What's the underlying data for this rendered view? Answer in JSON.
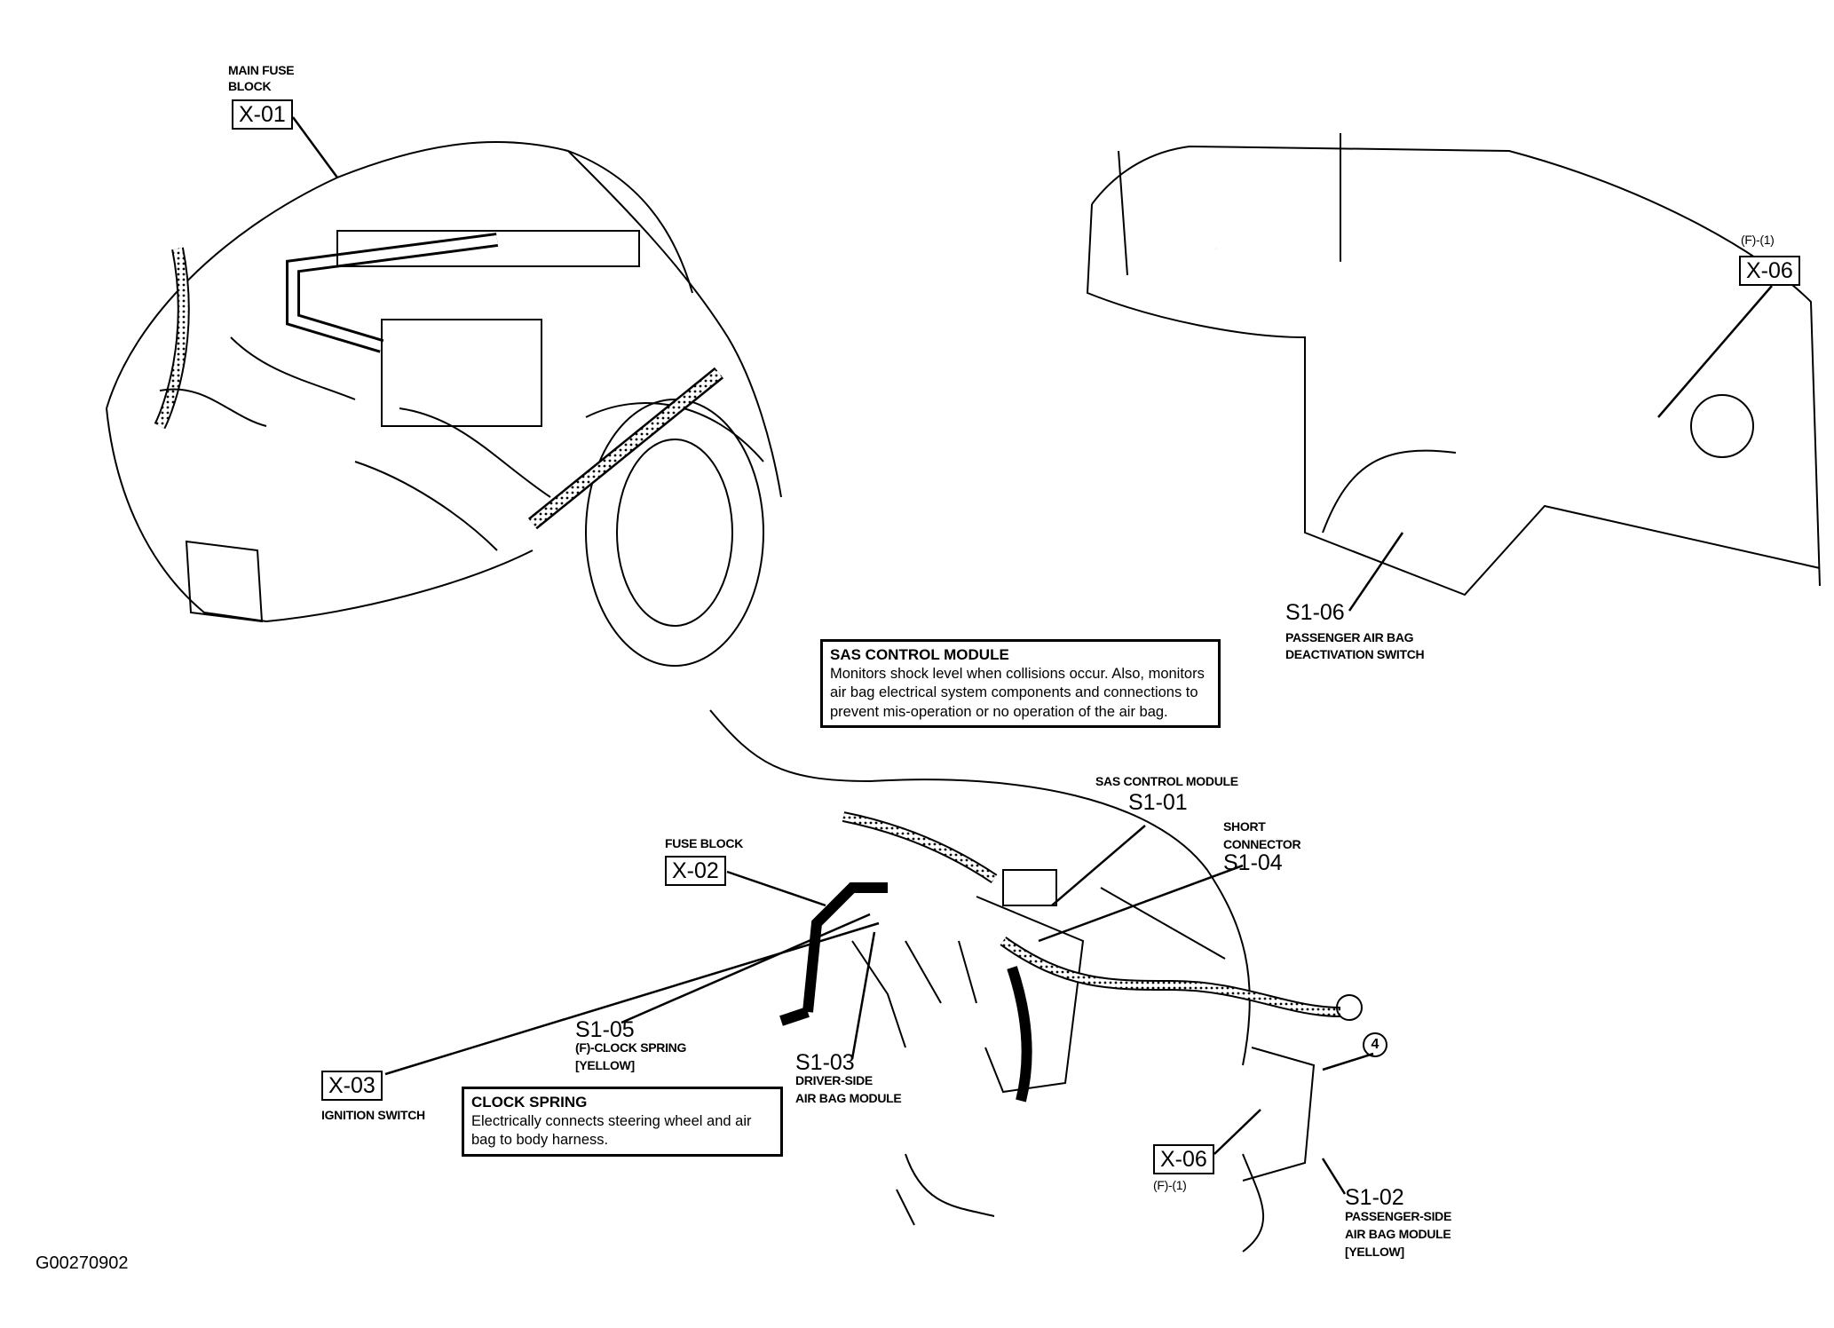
{
  "figure_id": "G00270902",
  "callouts": {
    "x01": {
      "title": "MAIN FUSE BLOCK",
      "code": "X-01"
    },
    "x06_top": {
      "sub": "(F)-(1)",
      "code": "X-06"
    },
    "s106": {
      "code": "S1-06",
      "line1": "PASSENGER AIR BAG",
      "line2": "DEACTIVATION SWITCH"
    },
    "s101": {
      "title": "SAS CONTROL MODULE",
      "code": "S1-01"
    },
    "s104": {
      "line1": "SHORT",
      "line2": "CONNECTOR",
      "code": "S1-04"
    },
    "x02": {
      "title": "FUSE BLOCK",
      "code": "X-02"
    },
    "s105": {
      "code": "S1-05",
      "line1": "(F)-CLOCK SPRING",
      "line2": "[YELLOW]"
    },
    "s103": {
      "code": "S1-03",
      "line1": "DRIVER-SIDE",
      "line2": "AIR BAG MODULE"
    },
    "x03": {
      "code": "X-03",
      "title": "IGNITION SWITCH"
    },
    "x06_bottom": {
      "code": "X-06",
      "sub": "(F)-(1)"
    },
    "s102": {
      "code": "S1-02",
      "line1": "PASSENGER-SIDE",
      "line2": "AIR BAG MODULE",
      "line3": "[YELLOW]"
    },
    "ground": {
      "number": "4"
    }
  },
  "notes": {
    "sas": {
      "title": "SAS CONTROL MODULE",
      "body": "Monitors shock level when collisions occur. Also, monitors air bag electrical system components and connections to prevent mis-operation or no operation of the air bag."
    },
    "clock": {
      "title": "CLOCK SPRING",
      "body": "Electrically connects steering wheel and air bag to body harness."
    }
  }
}
